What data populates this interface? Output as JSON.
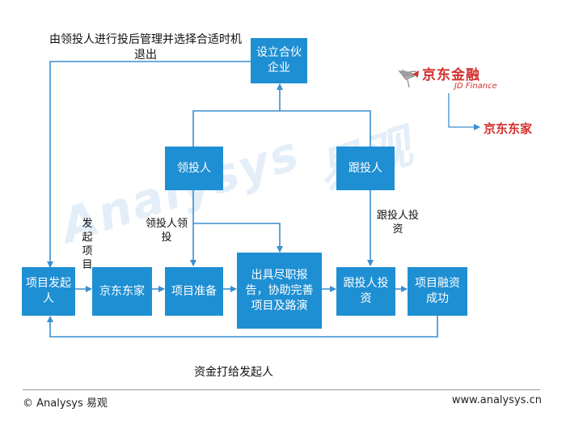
{
  "nodes": {
    "partnership": "设立合伙企业",
    "lead_investor": "领投人",
    "follow_investor": "跟投人",
    "project_initiator": "项目发起人",
    "jd_dongjia": "京东东家",
    "project_prep": "项目准备",
    "due_diligence": "出具尽职报告，协助完善项目及路演",
    "follow_invest": "跟投人投资",
    "financing_success": "项目融资成功"
  },
  "labels": {
    "post_investment": "由领投人进行投后管理并选择合适时机退出",
    "initiate_project": "发起项目",
    "lead_invest": "领投人领投",
    "follow_invest_label": "跟投人投资",
    "funds_transfer": "资金打给发起人"
  },
  "brand": {
    "jd_finance_cn": "京东金融",
    "jd_finance_en": "JD Finance",
    "jd_dongjia": "京东东家",
    "brand_color": "#d2302d"
  },
  "watermark": {
    "text_en": "Analysys",
    "text_cn": "易观"
  },
  "footer": {
    "left": "© Analysys 易观",
    "right": "www.analysys.cn"
  },
  "colors": {
    "box": "#1f8fd3",
    "line": "#3a8fd0"
  }
}
